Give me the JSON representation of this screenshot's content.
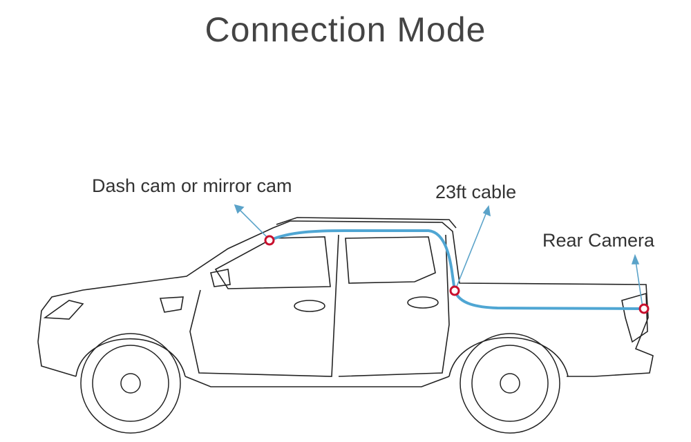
{
  "title": "Connection Mode",
  "labels": {
    "dash_cam": "Dash cam or mirror cam",
    "cable": "23ft cable",
    "rear_camera": "Rear Camera"
  },
  "colors": {
    "cable": "#4fa6d3",
    "connector": "#c8102e",
    "arrow": "#5ba3c9",
    "outline": "#222222"
  }
}
